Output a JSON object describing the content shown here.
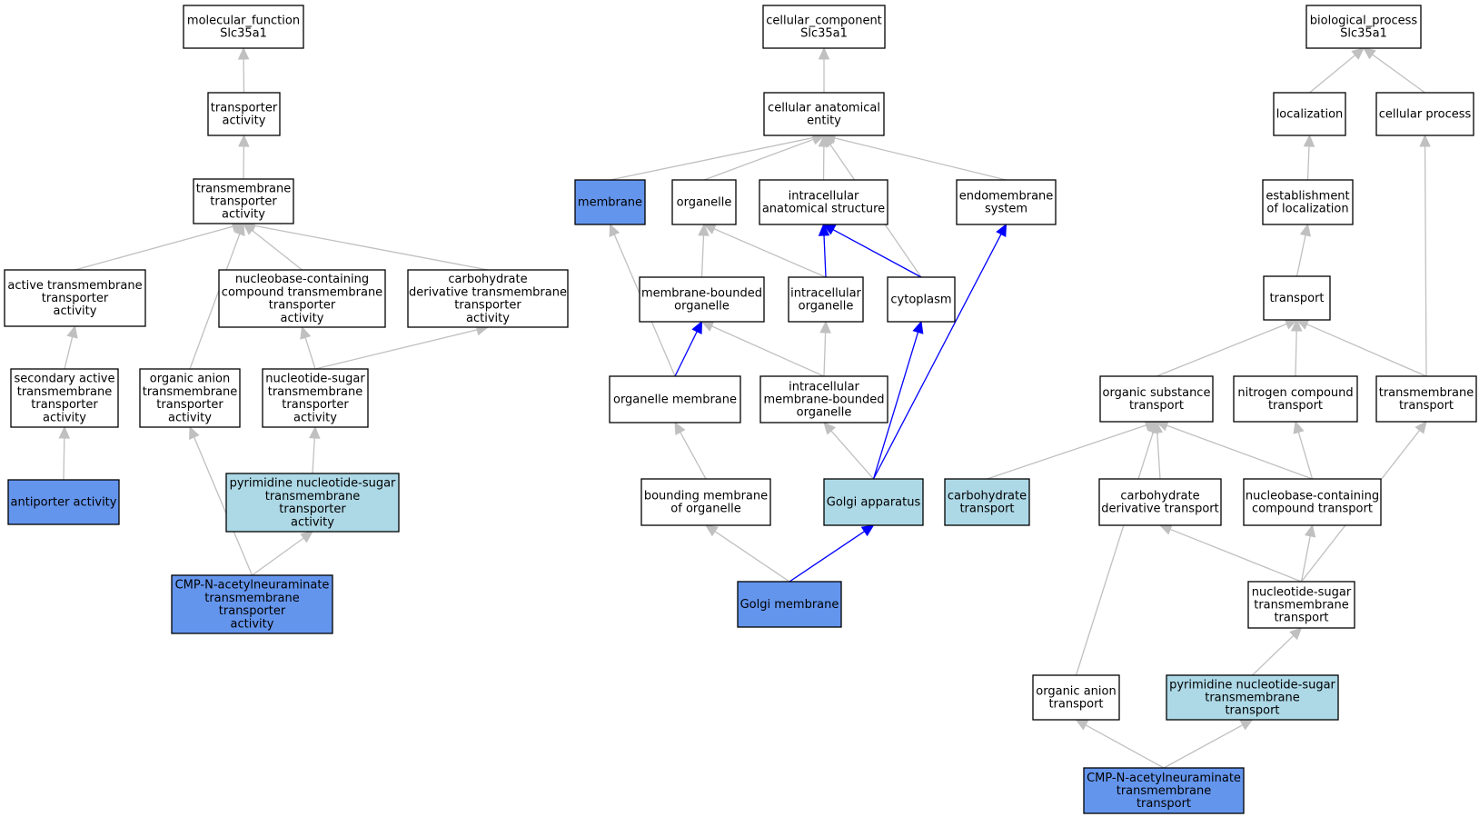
{
  "colors": {
    "default_fill": "#ffffff",
    "highlight_dark": "#6495ed",
    "highlight_light": "#add8e6",
    "edge_default": "#c0c0c0",
    "edge_highlight": "#0000ff"
  },
  "nodes": [
    {
      "id": "mf_root",
      "lines": [
        "molecular_function",
        "Slc35a1"
      ],
      "fill": "white"
    },
    {
      "id": "transporter_activity",
      "lines": [
        "transporter",
        "activity"
      ],
      "fill": "white"
    },
    {
      "id": "tm_transporter_activity",
      "lines": [
        "transmembrane",
        "transporter",
        "activity"
      ],
      "fill": "white"
    },
    {
      "id": "active_tm",
      "lines": [
        "active transmembrane",
        "transporter",
        "activity"
      ],
      "fill": "white"
    },
    {
      "id": "nucleobase_tm",
      "lines": [
        "nucleobase-containing",
        "compound transmembrane",
        "transporter",
        "activity"
      ],
      "fill": "white"
    },
    {
      "id": "carb_deriv_tm",
      "lines": [
        "carbohydrate",
        "derivative transmembrane",
        "transporter",
        "activity"
      ],
      "fill": "white"
    },
    {
      "id": "secondary_active",
      "lines": [
        "secondary active",
        "transmembrane",
        "transporter",
        "activity"
      ],
      "fill": "white"
    },
    {
      "id": "organic_anion_tm",
      "lines": [
        "organic anion",
        "transmembrane",
        "transporter",
        "activity"
      ],
      "fill": "white"
    },
    {
      "id": "nucleotide_sugar_tm",
      "lines": [
        "nucleotide-sugar",
        "transmembrane",
        "transporter",
        "activity"
      ],
      "fill": "white"
    },
    {
      "id": "antiporter",
      "lines": [
        "antiporter activity"
      ],
      "fill": "dark"
    },
    {
      "id": "pyrimidine_ns_tm_activity",
      "lines": [
        "pyrimidine nucleotide-sugar",
        "transmembrane",
        "transporter",
        "activity"
      ],
      "fill": "light"
    },
    {
      "id": "cmp_activity",
      "lines": [
        "CMP-N-acetylneuraminate",
        "transmembrane",
        "transporter",
        "activity"
      ],
      "fill": "dark"
    },
    {
      "id": "cc_root",
      "lines": [
        "cellular_component",
        "Slc35a1"
      ],
      "fill": "white"
    },
    {
      "id": "cell_anat_entity",
      "lines": [
        "cellular anatomical",
        "entity"
      ],
      "fill": "white"
    },
    {
      "id": "membrane",
      "lines": [
        "membrane"
      ],
      "fill": "dark"
    },
    {
      "id": "organelle",
      "lines": [
        "organelle"
      ],
      "fill": "white"
    },
    {
      "id": "intracell_anat",
      "lines": [
        "intracellular",
        "anatomical structure"
      ],
      "fill": "white"
    },
    {
      "id": "endomembrane",
      "lines": [
        "endomembrane",
        "system"
      ],
      "fill": "white"
    },
    {
      "id": "membrane_bounded_org",
      "lines": [
        "membrane-bounded",
        "organelle"
      ],
      "fill": "white"
    },
    {
      "id": "intracell_org",
      "lines": [
        "intracellular",
        "organelle"
      ],
      "fill": "white"
    },
    {
      "id": "cytoplasm",
      "lines": [
        "cytoplasm"
      ],
      "fill": "white"
    },
    {
      "id": "organelle_membrane",
      "lines": [
        "organelle membrane"
      ],
      "fill": "white"
    },
    {
      "id": "intracell_mb_org",
      "lines": [
        "intracellular",
        "membrane-bounded",
        "organelle"
      ],
      "fill": "white"
    },
    {
      "id": "bounding_membrane",
      "lines": [
        "bounding membrane",
        "of organelle"
      ],
      "fill": "white"
    },
    {
      "id": "golgi_apparatus",
      "lines": [
        "Golgi apparatus"
      ],
      "fill": "light"
    },
    {
      "id": "golgi_membrane",
      "lines": [
        "Golgi membrane"
      ],
      "fill": "dark"
    },
    {
      "id": "bp_root",
      "lines": [
        "biological_process",
        "Slc35a1"
      ],
      "fill": "white"
    },
    {
      "id": "localization",
      "lines": [
        "localization"
      ],
      "fill": "white"
    },
    {
      "id": "cellular_process",
      "lines": [
        "cellular process"
      ],
      "fill": "white"
    },
    {
      "id": "establishment_loc",
      "lines": [
        "establishment",
        "of localization"
      ],
      "fill": "white"
    },
    {
      "id": "transport",
      "lines": [
        "transport"
      ],
      "fill": "white"
    },
    {
      "id": "organic_substance_transport",
      "lines": [
        "organic substance",
        "transport"
      ],
      "fill": "white"
    },
    {
      "id": "nitrogen_compound_transport",
      "lines": [
        "nitrogen compound",
        "transport"
      ],
      "fill": "white"
    },
    {
      "id": "tm_transport",
      "lines": [
        "transmembrane",
        "transport"
      ],
      "fill": "white"
    },
    {
      "id": "carbohydrate_transport",
      "lines": [
        "carbohydrate",
        "transport"
      ],
      "fill": "light"
    },
    {
      "id": "carb_deriv_transport",
      "lines": [
        "carbohydrate",
        "derivative transport"
      ],
      "fill": "white"
    },
    {
      "id": "nucleobase_transport",
      "lines": [
        "nucleobase-containing",
        "compound transport"
      ],
      "fill": "white"
    },
    {
      "id": "nucleotide_sugar_transport",
      "lines": [
        "nucleotide-sugar",
        "transmembrane",
        "transport"
      ],
      "fill": "white"
    },
    {
      "id": "organic_anion_transport",
      "lines": [
        "organic anion",
        "transport"
      ],
      "fill": "white"
    },
    {
      "id": "pyrimidine_ns_transport",
      "lines": [
        "pyrimidine nucleotide-sugar",
        "transmembrane",
        "transport"
      ],
      "fill": "light"
    },
    {
      "id": "cmp_transport",
      "lines": [
        "CMP-N-acetylneuraminate",
        "transmembrane",
        "transport"
      ],
      "fill": "dark"
    }
  ],
  "edges": [
    {
      "from": "transporter_activity",
      "to": "mf_root",
      "color": "gray"
    },
    {
      "from": "tm_transporter_activity",
      "to": "transporter_activity",
      "color": "gray"
    },
    {
      "from": "active_tm",
      "to": "tm_transporter_activity",
      "color": "gray"
    },
    {
      "from": "nucleobase_tm",
      "to": "tm_transporter_activity",
      "color": "gray"
    },
    {
      "from": "carb_deriv_tm",
      "to": "tm_transporter_activity",
      "color": "gray"
    },
    {
      "from": "organic_anion_tm",
      "to": "tm_transporter_activity",
      "color": "gray"
    },
    {
      "from": "secondary_active",
      "to": "active_tm",
      "color": "gray"
    },
    {
      "from": "nucleotide_sugar_tm",
      "to": "nucleobase_tm",
      "color": "gray"
    },
    {
      "from": "nucleotide_sugar_tm",
      "to": "carb_deriv_tm",
      "color": "gray"
    },
    {
      "from": "antiporter",
      "to": "secondary_active",
      "color": "gray"
    },
    {
      "from": "pyrimidine_ns_tm_activity",
      "to": "nucleotide_sugar_tm",
      "color": "gray"
    },
    {
      "from": "cmp_activity",
      "to": "pyrimidine_ns_tm_activity",
      "color": "gray"
    },
    {
      "from": "cmp_activity",
      "to": "organic_anion_tm",
      "color": "gray"
    },
    {
      "from": "cell_anat_entity",
      "to": "cc_root",
      "color": "gray"
    },
    {
      "from": "membrane",
      "to": "cell_anat_entity",
      "color": "gray"
    },
    {
      "from": "organelle",
      "to": "cell_anat_entity",
      "color": "gray"
    },
    {
      "from": "intracell_anat",
      "to": "cell_anat_entity",
      "color": "gray"
    },
    {
      "from": "endomembrane",
      "to": "cell_anat_entity",
      "color": "gray"
    },
    {
      "from": "cytoplasm",
      "to": "cell_anat_entity",
      "color": "gray"
    },
    {
      "from": "membrane_bounded_org",
      "to": "organelle",
      "color": "gray"
    },
    {
      "from": "intracell_org",
      "to": "organelle",
      "color": "gray"
    },
    {
      "from": "intracell_org",
      "to": "intracell_anat",
      "color": "blue"
    },
    {
      "from": "cytoplasm",
      "to": "intracell_anat",
      "color": "blue"
    },
    {
      "from": "organelle_membrane",
      "to": "membrane",
      "color": "gray"
    },
    {
      "from": "organelle_membrane",
      "to": "membrane_bounded_org",
      "color": "blue"
    },
    {
      "from": "intracell_mb_org",
      "to": "membrane_bounded_org",
      "color": "gray"
    },
    {
      "from": "intracell_mb_org",
      "to": "intracell_org",
      "color": "gray"
    },
    {
      "from": "bounding_membrane",
      "to": "organelle_membrane",
      "color": "gray"
    },
    {
      "from": "golgi_apparatus",
      "to": "intracell_mb_org",
      "color": "gray"
    },
    {
      "from": "golgi_apparatus",
      "to": "cytoplasm",
      "color": "blue"
    },
    {
      "from": "golgi_apparatus",
      "to": "endomembrane",
      "color": "blue"
    },
    {
      "from": "golgi_membrane",
      "to": "bounding_membrane",
      "color": "gray"
    },
    {
      "from": "golgi_membrane",
      "to": "golgi_apparatus",
      "color": "blue"
    },
    {
      "from": "localization",
      "to": "bp_root",
      "color": "gray"
    },
    {
      "from": "cellular_process",
      "to": "bp_root",
      "color": "gray"
    },
    {
      "from": "establishment_loc",
      "to": "localization",
      "color": "gray"
    },
    {
      "from": "transport",
      "to": "establishment_loc",
      "color": "gray"
    },
    {
      "from": "tm_transport",
      "to": "cellular_process",
      "color": "gray"
    },
    {
      "from": "organic_substance_transport",
      "to": "transport",
      "color": "gray"
    },
    {
      "from": "nitrogen_compound_transport",
      "to": "transport",
      "color": "gray"
    },
    {
      "from": "tm_transport",
      "to": "transport",
      "color": "gray"
    },
    {
      "from": "carbohydrate_transport",
      "to": "organic_substance_transport",
      "color": "gray"
    },
    {
      "from": "carb_deriv_transport",
      "to": "organic_substance_transport",
      "color": "gray"
    },
    {
      "from": "nucleobase_transport",
      "to": "organic_substance_transport",
      "color": "gray"
    },
    {
      "from": "organic_anion_transport",
      "to": "organic_substance_transport",
      "color": "gray"
    },
    {
      "from": "nucleobase_transport",
      "to": "nitrogen_compound_transport",
      "color": "gray"
    },
    {
      "from": "nucleotide_sugar_transport",
      "to": "carb_deriv_transport",
      "color": "gray"
    },
    {
      "from": "nucleotide_sugar_transport",
      "to": "nucleobase_transport",
      "color": "gray"
    },
    {
      "from": "nucleotide_sugar_transport",
      "to": "tm_transport",
      "color": "gray"
    },
    {
      "from": "pyrimidine_ns_transport",
      "to": "nucleotide_sugar_transport",
      "color": "gray"
    },
    {
      "from": "cmp_transport",
      "to": "organic_anion_transport",
      "color": "gray"
    },
    {
      "from": "cmp_transport",
      "to": "pyrimidine_ns_transport",
      "color": "gray"
    }
  ]
}
